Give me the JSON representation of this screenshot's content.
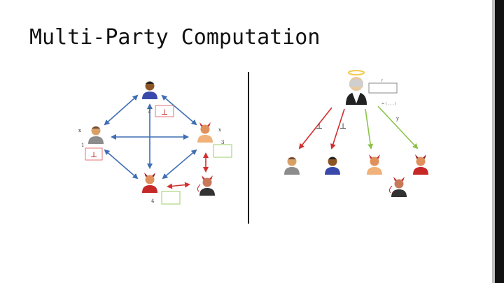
{
  "slide": {
    "title": "Multi-Party Computation"
  },
  "colors": {
    "blue_arrow": "#3f6eb5",
    "red_arrow": "#d32f2f",
    "green_arrow": "#8bc34a",
    "devil_red": "#c62828",
    "box_red_border": "#e57373",
    "box_green_border": "#9ccc65"
  },
  "left_diagram": {
    "party_labels": [
      "1",
      "2",
      "3",
      "4"
    ],
    "input_labels": [
      "x",
      "x"
    ],
    "output_symbol": "⊥"
  },
  "right_diagram": {
    "outputs_left": [
      "⊥",
      "⊥"
    ],
    "output_right": "y",
    "formula_label": "f",
    "formula_text": "= ( , , , )"
  }
}
